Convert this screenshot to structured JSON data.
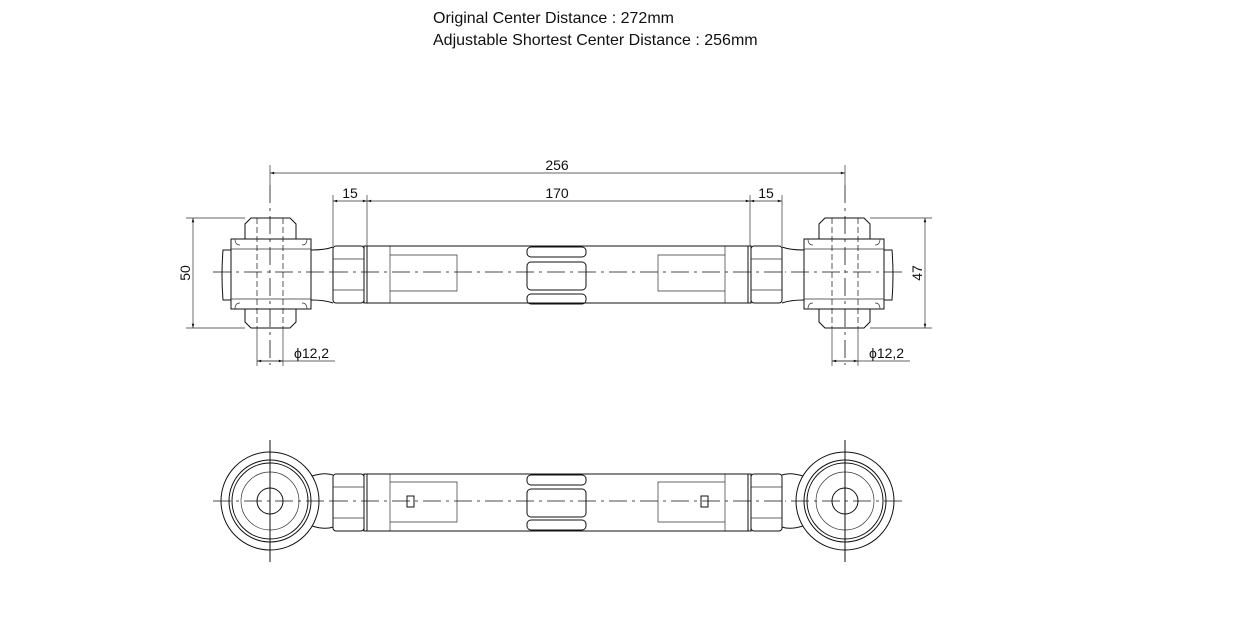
{
  "header": {
    "line1": "Original  Center Distance : 272mm",
    "line2": "Adjustable Shortest Center Distance : 256mm"
  },
  "dimensions": {
    "overall": "256",
    "left_nut": "15",
    "middle": "170",
    "right_nut": "15",
    "left_height": "50",
    "right_height": "47",
    "left_bore": "ϕ12,2",
    "right_bore": "ϕ12,2"
  }
}
